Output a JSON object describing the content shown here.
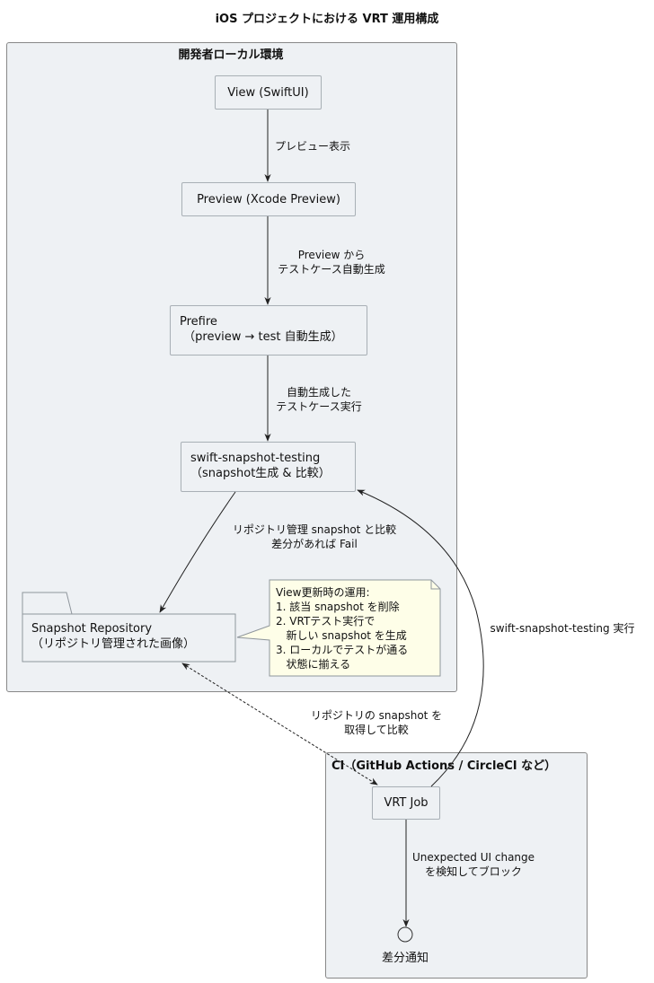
{
  "title": "iOS プロジェクトにおける VRT 運用構成",
  "groups": {
    "local": {
      "label": "開発者ローカル環境"
    },
    "ci": {
      "label": "CI（GitHub Actions / CircleCI など）"
    }
  },
  "nodes": {
    "view": {
      "label": "View (SwiftUI)"
    },
    "preview": {
      "label": "Preview (Xcode Preview)"
    },
    "prefire": {
      "label": "Prefire\n （preview → test 自動生成）"
    },
    "snapshot_testing": {
      "label": "swift-snapshot-testing\n（snapshot生成 & 比較）"
    },
    "repository": {
      "label": "Snapshot Repository\n（リポジトリ管理された画像）"
    },
    "vrt_job": {
      "label": "VRT Job"
    },
    "notify": {
      "label": "差分通知"
    }
  },
  "edges": {
    "view_to_preview": {
      "label": "プレビュー表示"
    },
    "preview_to_prefire": {
      "label": "Preview から\nテストケース自動生成"
    },
    "prefire_to_snapshot": {
      "label": "自動生成した\nテストケース実行"
    },
    "snapshot_to_repo": {
      "label": "リポジトリ管理 snapshot と比較\n差分があれば Fail"
    },
    "repo_to_job": {
      "label": "リポジトリの snapshot を\n取得して比較"
    },
    "job_to_snapshot": {
      "label": "swift-snapshot-testing 実行"
    },
    "job_to_notify": {
      "label": "Unexpected UI change\nを検知してブロック"
    }
  },
  "note": {
    "text": "View更新時の運用:\n1. 該当 snapshot を削除\n2. VRTテスト実行で\n   新しい snapshot を生成\n3. ローカルでテストが通る\n   状態に揃える"
  },
  "colors": {
    "group_fill": "#eef1f4",
    "node_fill": "#eef1f4",
    "note_fill": "#fefee8",
    "stroke": "#222222"
  }
}
